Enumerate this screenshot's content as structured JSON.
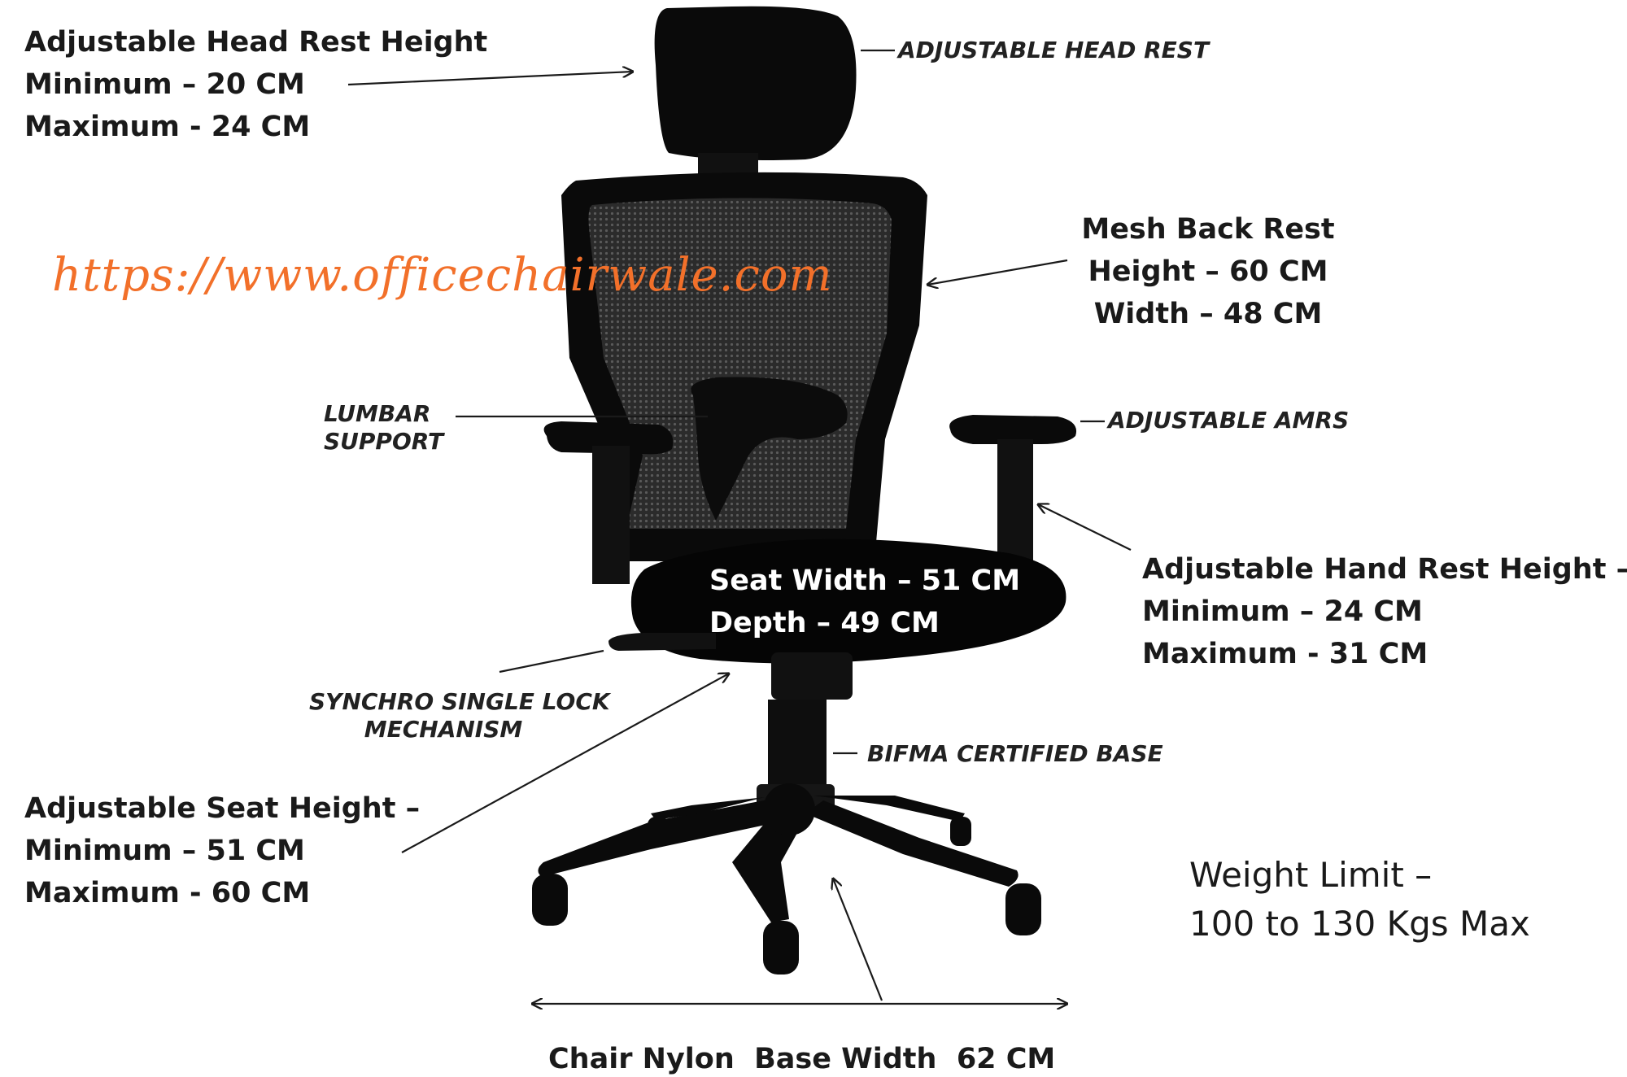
{
  "watermark": "https://www.officechairwale.com",
  "callouts": {
    "head_rest_height": {
      "lines": [
        "Adjustable Head Rest Height",
        "Minimum – 20 CM",
        "Maximum - 24 CM"
      ]
    },
    "head_rest_tag": "ADJUSTABLE HEAD REST",
    "mesh_back": {
      "lines": [
        "Mesh Back Rest",
        "Height – 60 CM",
        "Width – 48 CM"
      ]
    },
    "lumbar_tag": [
      "LUMBAR",
      "SUPPORT"
    ],
    "arms_tag": "ADJUSTABLE AMRS",
    "hand_rest_height": {
      "lines": [
        "Adjustable Hand Rest Height –",
        "Minimum – 24 CM",
        "Maximum - 31 CM"
      ]
    },
    "seat_dims": {
      "lines": [
        "Seat Width – 51 CM",
        "Depth – 49 CM"
      ]
    },
    "synchro_tag": [
      "SYNCHRO SINGLE LOCK",
      "MECHANISM"
    ],
    "base_tag": "BIFMA CERTIFIED BASE",
    "seat_height": {
      "lines": [
        "Adjustable Seat Height –",
        "Minimum – 51 CM",
        "Maximum - 60 CM"
      ]
    },
    "weight_limit": {
      "lines": [
        "Weight Limit –",
        "100 to 130 Kgs Max"
      ]
    },
    "base_width": "Chair Nylon  Base Width  62 CM"
  },
  "colors": {
    "chair": "#0a0a0a",
    "mesh": "#3a3a3a",
    "watermark": "#f2702a",
    "text": "#1a1a1a"
  }
}
